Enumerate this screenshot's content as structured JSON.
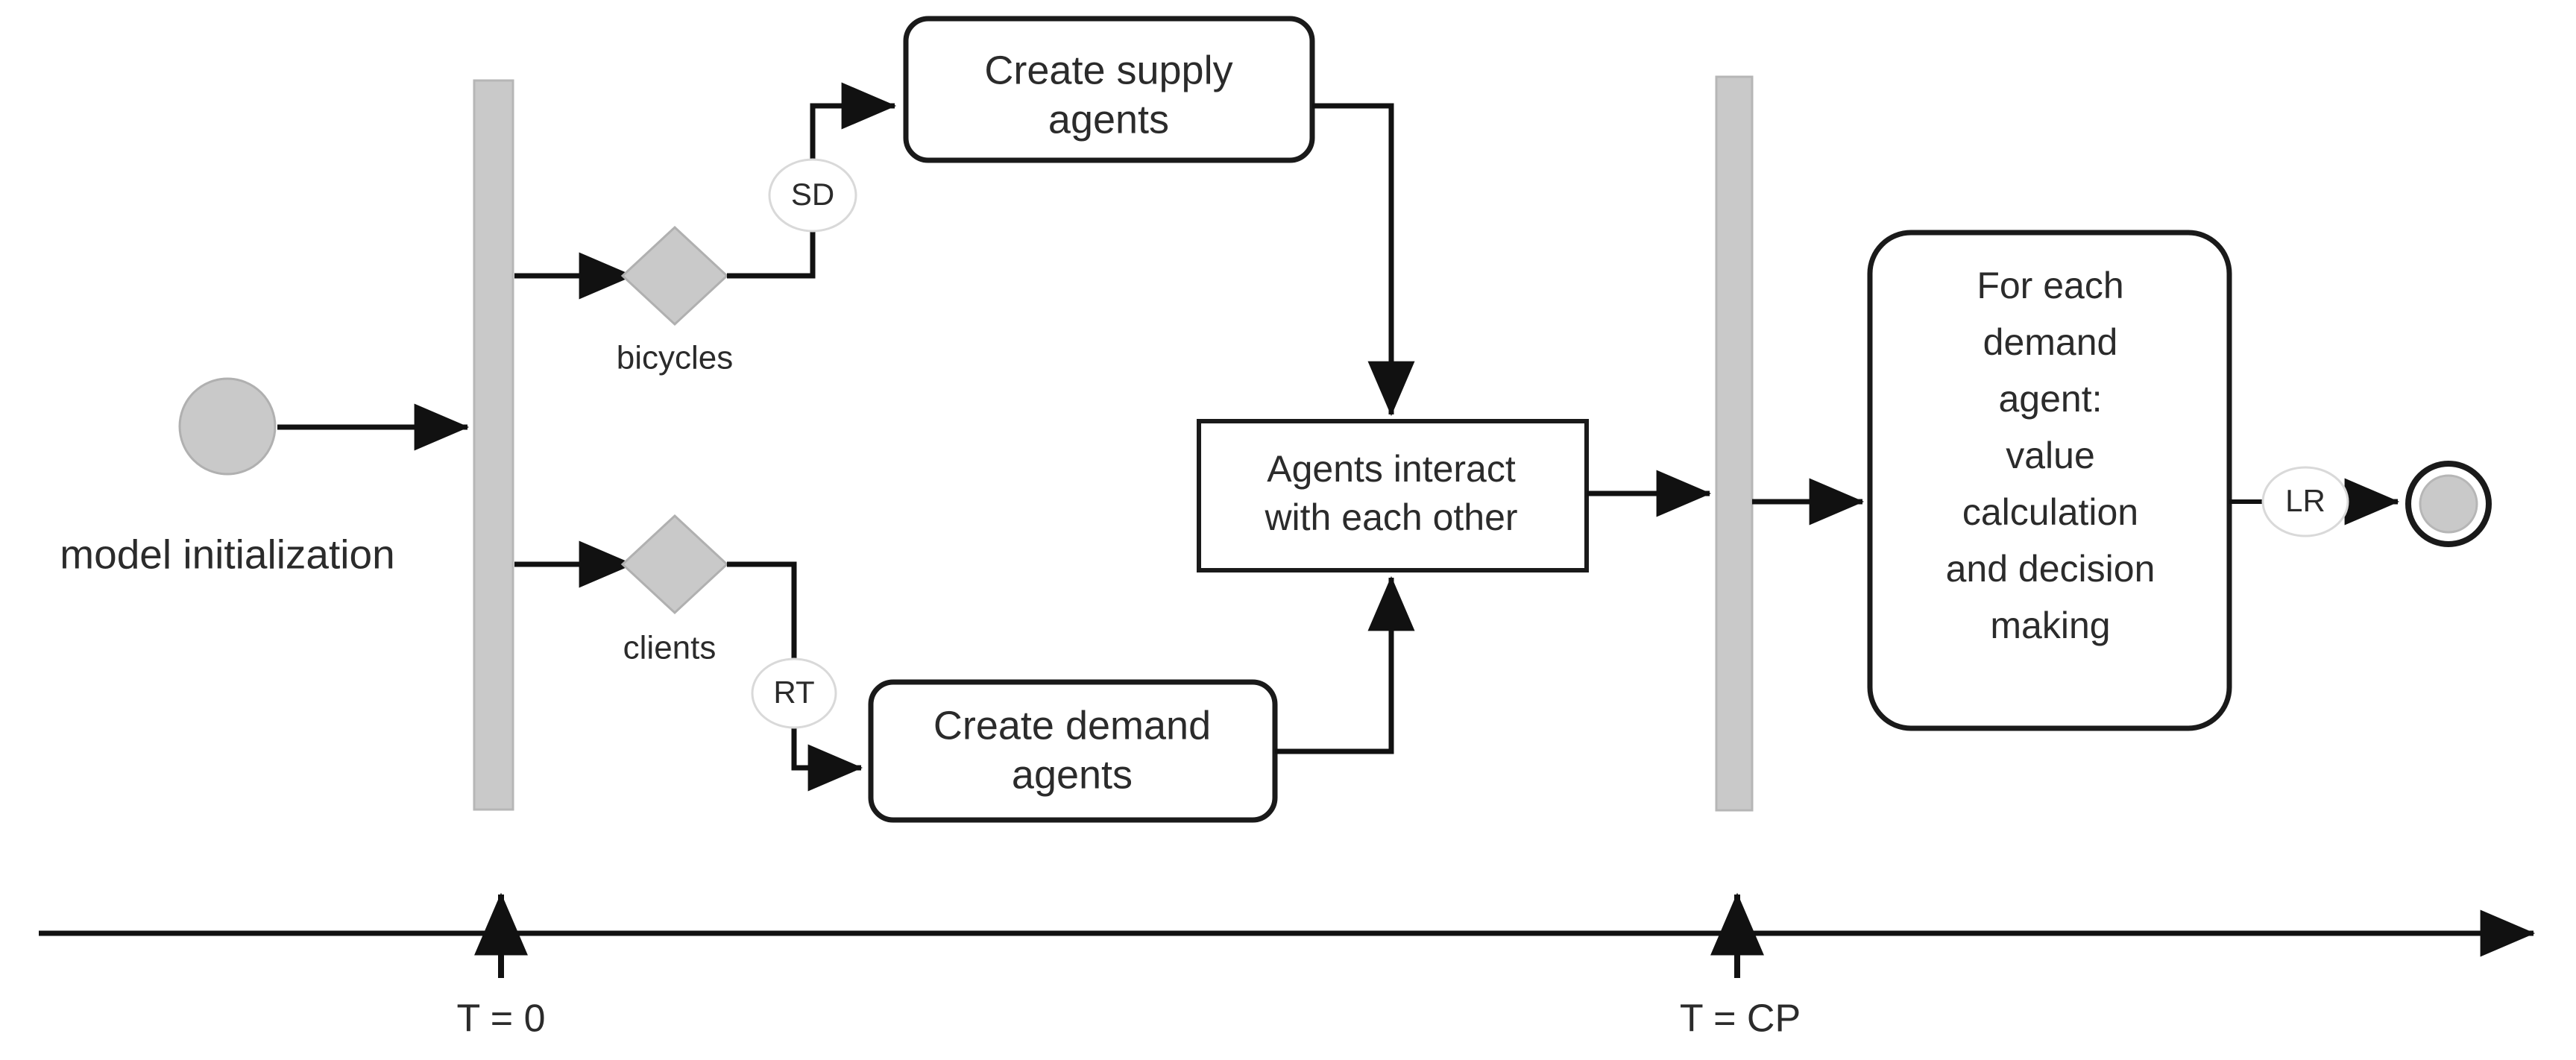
{
  "diagram": {
    "type": "uml-activity-diagram",
    "title_visible": false,
    "start_node": {
      "name": "initial-node",
      "label": "model initialization"
    },
    "fork_bars": [
      {
        "name": "fork-bar-t0",
        "timeline_marker": "T = 0"
      },
      {
        "name": "join-bar-tcp",
        "timeline_marker": "T = CP"
      }
    ],
    "decisions": [
      {
        "name": "decision-bicycles",
        "label": "bicycles",
        "guard": "SD"
      },
      {
        "name": "decision-clients",
        "label": "clients",
        "guard": "RT"
      }
    ],
    "actions": [
      {
        "name": "create-supply-agents",
        "lines": [
          "Create supply",
          "agents"
        ],
        "shape": "rounded-rect"
      },
      {
        "name": "create-demand-agents",
        "lines": [
          "Create demand",
          "agents"
        ],
        "shape": "rounded-rect"
      },
      {
        "name": "agents-interact",
        "lines": [
          "Agents interact",
          "with each other"
        ],
        "shape": "rect"
      },
      {
        "name": "demand-agent-loop",
        "lines": [
          "For each",
          "demand",
          "agent:",
          "value",
          "calculation",
          "and decision",
          "making"
        ],
        "shape": "rounded-rect"
      }
    ],
    "guards": [
      {
        "name": "guard-sd",
        "label": "SD"
      },
      {
        "name": "guard-rt",
        "label": "RT"
      },
      {
        "name": "guard-lr",
        "label": "LR"
      }
    ],
    "final_node": {
      "name": "final-node",
      "label": ""
    },
    "timeline": {
      "name": "time-axis",
      "ticks": [
        {
          "name": "tick-t0",
          "label": "T = 0"
        },
        {
          "name": "tick-tcp",
          "label": "T = CP"
        }
      ]
    },
    "colors": {
      "node_grey": "#c9c9c9",
      "node_grey_stroke": "#b0b0b0",
      "line_black": "#111111",
      "text": "#2b2b2b",
      "background": "#ffffff",
      "guard_ellipse_stroke": "#d9d9d9"
    }
  }
}
